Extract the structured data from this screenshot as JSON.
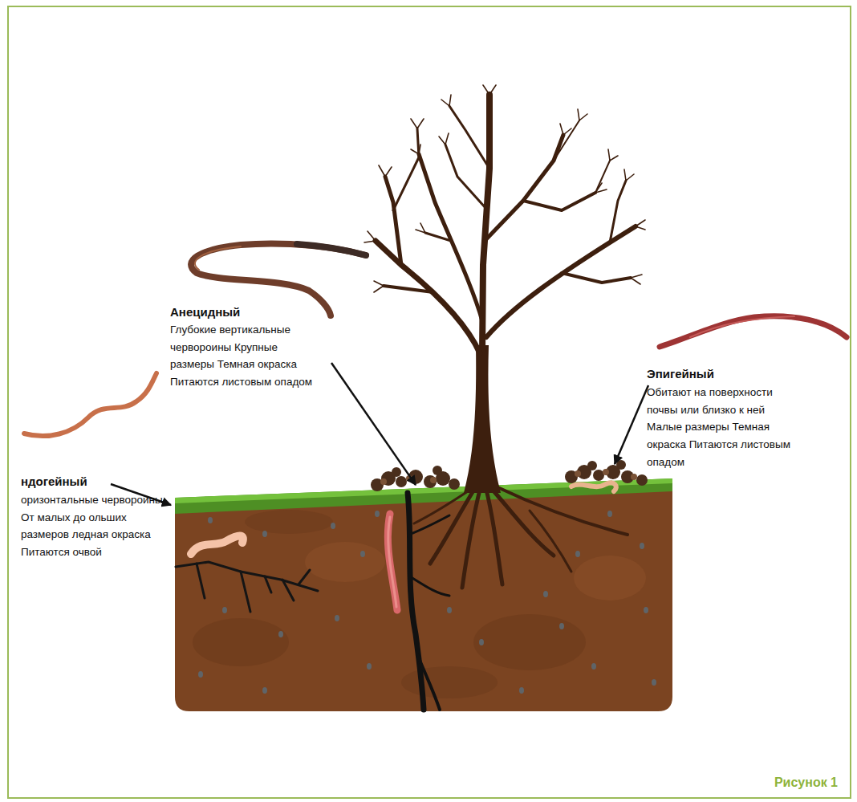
{
  "diagram": {
    "caption": "Рисунок 1",
    "labels": [
      "Анецидный",
      "Глубокие вертикальные червороины Крупные размеры Темная окраска Питаются листовым опадом",
      "Эпигейный",
      "Обитают на поверхности почвы или близко к ней Малые размеры Темная окраска Питаются листовым опадом",
      "ндогейный",
      "оризонтальные червороины От малых до ольших размеров ледная окраска Питаются очвой"
    ]
  }
}
